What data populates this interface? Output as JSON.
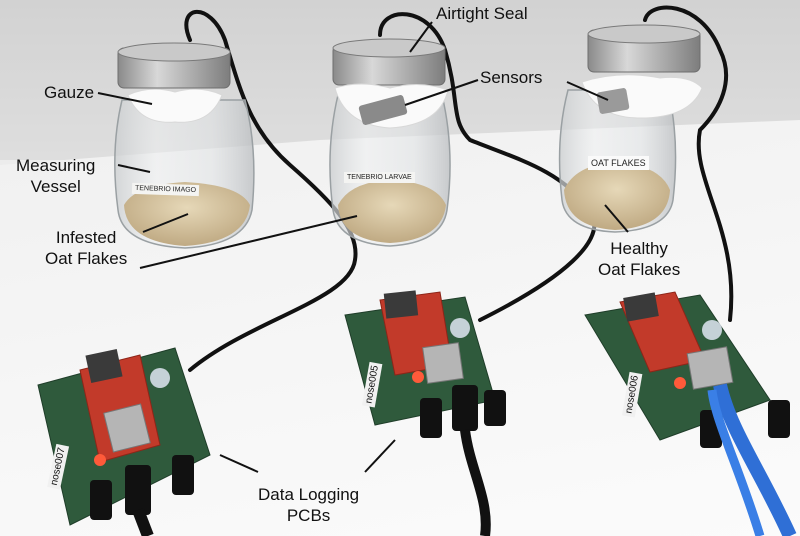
{
  "annotations": {
    "gauze": "Gauze",
    "measuring_vessel": [
      "Measuring",
      "Vessel"
    ],
    "airtight_seal": "Airtight Seal",
    "sensors": "Sensors",
    "infested_oat_flakes": [
      "Infested",
      "Oat Flakes"
    ],
    "healthy_oat_flakes": [
      "Healthy",
      "Oat Flakes"
    ],
    "data_logging_pcbs": [
      "Data Logging",
      "PCBs"
    ]
  },
  "jar_labels": {
    "left": "TENEBRIO IMAGO",
    "middle": "TENEBRIO LARVAE",
    "right": "OAT FLAKES"
  },
  "board_ids": {
    "left": "nose007",
    "middle": "nose005",
    "right": "nose006"
  },
  "colors": {
    "pcb_green": "#2f5a3c",
    "sensor_board_red": "#c23a2a",
    "ethernet_cable_blue": "#2f6fd6",
    "cable_black": "#111111",
    "oat_flakes": "#d9c7a2"
  }
}
